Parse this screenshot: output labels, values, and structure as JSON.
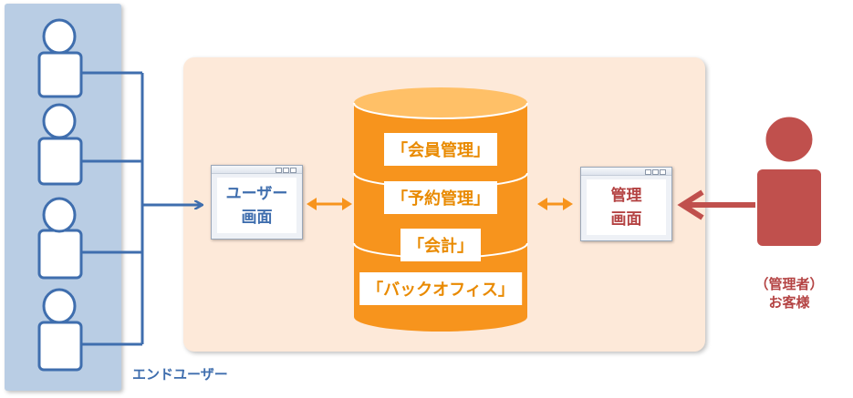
{
  "colors": {
    "left_panel": "#b9cde4",
    "system_area": "#fde9d9",
    "user_stroke": "#3f6eae",
    "database_orange": "#f7941d",
    "admin_red": "#c0504d"
  },
  "end_users": {
    "icon": "person-icon",
    "count": 4,
    "label": "エンドユーザー"
  },
  "user_screen": {
    "line1": "ユーザー",
    "line2": "画面"
  },
  "database": {
    "icon": "database-cylinder-icon",
    "modules": [
      "「会員管理」",
      "「予約管理」",
      "「会計」",
      "「バックオフィス」"
    ]
  },
  "admin_screen": {
    "line1": "管理",
    "line2": "画面"
  },
  "admin": {
    "icon": "person-icon",
    "line1": "（管理者）",
    "line2": "お客様"
  }
}
